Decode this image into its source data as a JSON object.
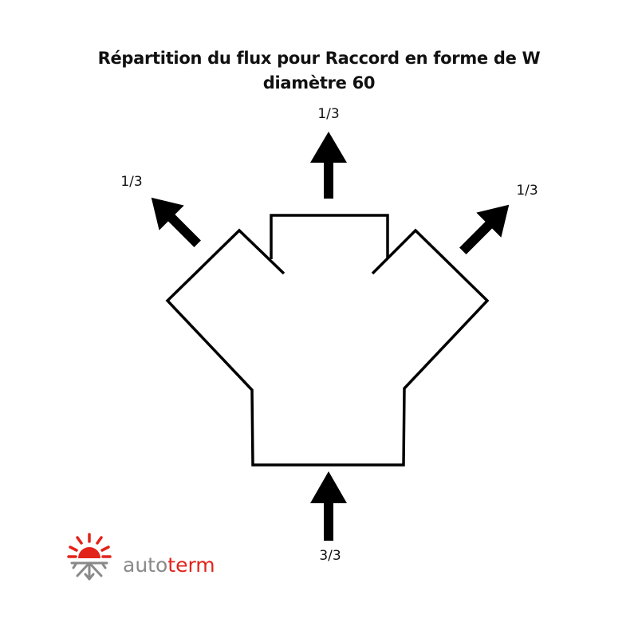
{
  "title": {
    "line1": "Répartition du flux pour Raccord en forme de W",
    "line2": "diamètre 60"
  },
  "flows": {
    "top": "1/3",
    "left": "1/3",
    "right": "1/3",
    "bottom": "3/3"
  },
  "logo": {
    "word_part1": "auto",
    "word_part2": "term",
    "icon": "sun-snowflake-icon"
  },
  "colors": {
    "line": "#000000",
    "brand_red": "#e2231a",
    "brand_gray": "#8a8a8a"
  }
}
